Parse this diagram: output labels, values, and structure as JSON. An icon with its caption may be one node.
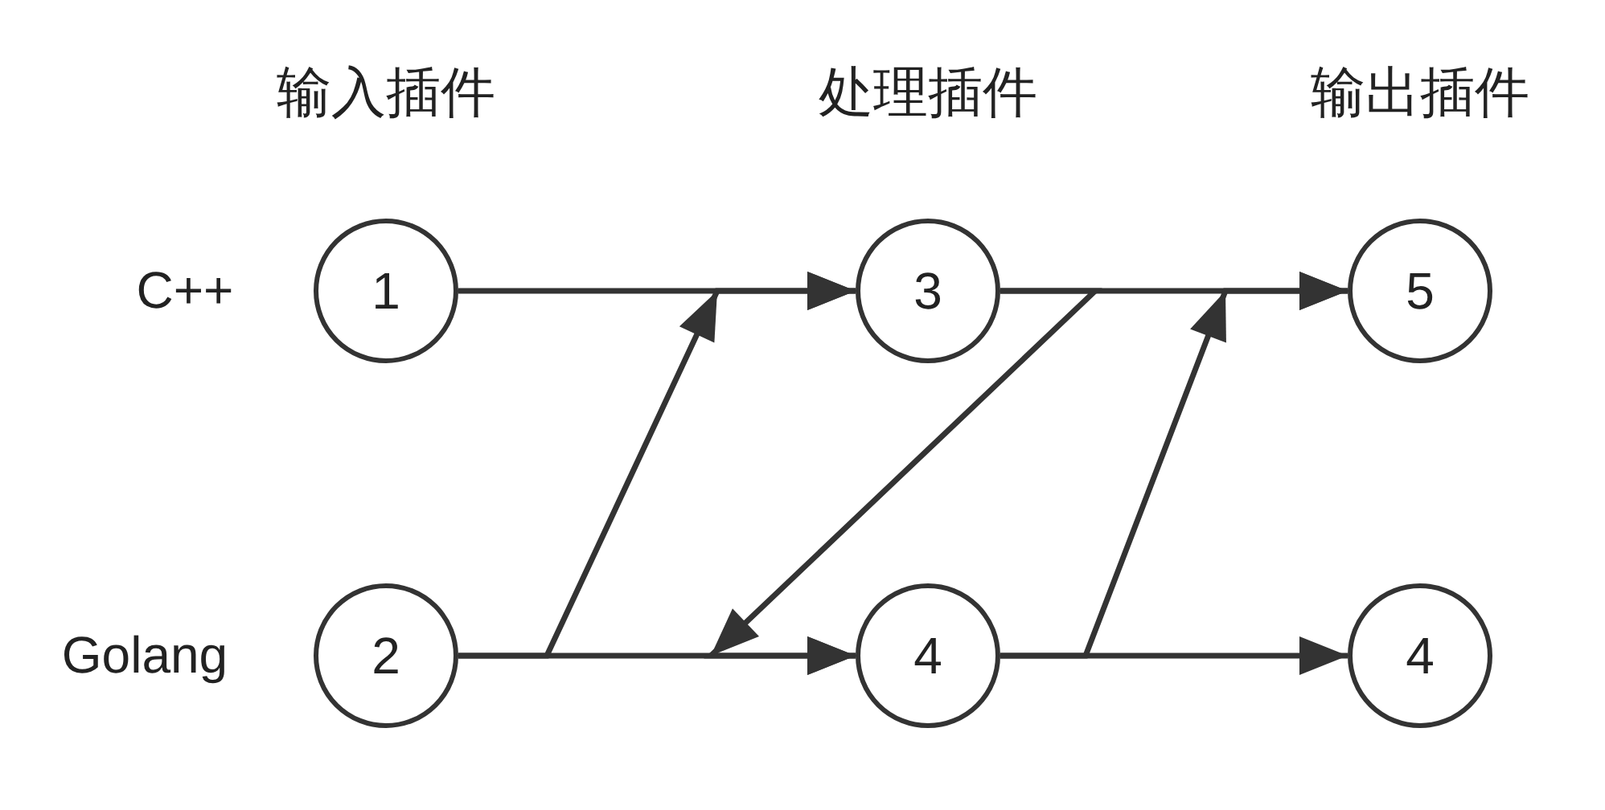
{
  "diagram": {
    "nodes": [
      {
        "text": [
          "1"
        ]
      },
      {
        "text": [
          "3"
        ]
      },
      {
        "text": [
          "5"
        ]
      },
      {
        "text": [
          "2"
        ]
      },
      {
        "text": [
          "4"
        ]
      },
      {
        "text": [
          "4"
        ]
      }
    ],
    "edges": [
      {
        "from": 0,
        "to": 1,
        "arrow": "to"
      },
      {
        "from": 3,
        "to": 4,
        "arrow": "to"
      },
      {
        "from": 3,
        "to": 1,
        "arrow": "to"
      },
      {
        "from": 1,
        "to": 2,
        "arrow": "to"
      },
      {
        "from": 1,
        "to": 4,
        "arrow": "to"
      },
      {
        "from": 4,
        "to": 5,
        "arrow": "to"
      },
      {
        "from": 4,
        "to": 2,
        "arrow": "to"
      }
    ],
    "labels": [
      "输入插件",
      "处理插件",
      "输出插件",
      "C++",
      "Golang"
    ]
  }
}
